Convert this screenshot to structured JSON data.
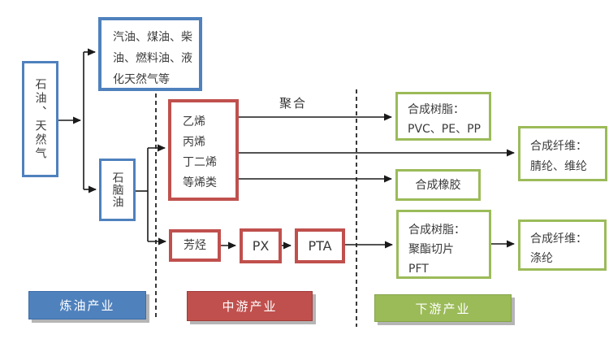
{
  "diagram": {
    "colors": {
      "blue": "#4f81bd",
      "red": "#c0504d",
      "green": "#9bbb59"
    },
    "nodes": {
      "oil_gas": "石油、天然气",
      "refined_products_lines": [
        "汽油、煤油、柴",
        "油、燃料油、液",
        "化天然气等"
      ],
      "naphtha": "石脑油",
      "olefins_lines": [
        "乙烯",
        "丙烯",
        "丁二烯",
        "等烯类"
      ],
      "aromatics": "芳烃",
      "px": "PX",
      "pta": "PTA",
      "resin_pvc_lines": [
        "合成树脂：",
        "PVC、PE、PP"
      ],
      "rubber": "合成橡胶",
      "resin_polyester_lines": [
        "合成树脂：",
        "聚酯切片",
        "PFT"
      ],
      "fiber_acrylic_lines": [
        "合成纤维：",
        "腈纶、维纶"
      ],
      "fiber_polyester_lines": [
        "合成纤维：",
        "涤纶"
      ]
    },
    "edge_labels": {
      "polymerization": "聚合"
    },
    "stage_labels": {
      "refining": "炼油产业",
      "midstream": "中游产业",
      "downstream": "下游产业"
    }
  }
}
